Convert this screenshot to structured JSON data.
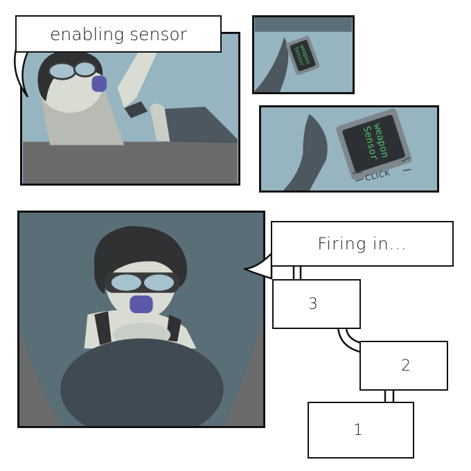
{
  "captions": {
    "enabling": "enabling sensor",
    "firing": "Firing in...",
    "count_3": "3",
    "count_2": "2",
    "count_1": "1"
  },
  "device_labels": {
    "small_line1": "weapon",
    "small_line2": "Sensor",
    "large_line1": "weapon",
    "large_line2": "Sensor"
  },
  "sfx": {
    "click": "CLICK"
  },
  "colors": {
    "sky": "#97b4c1",
    "panel_wall": "#5a6e78",
    "floor": "#6b6b6b",
    "skin": "#d9dcd2",
    "mask": "#5b5aa8",
    "goggle": "#a6c3cf",
    "lever": "#4c5760",
    "screen": "#2c3033",
    "screen_text": "#4fbf6a"
  }
}
